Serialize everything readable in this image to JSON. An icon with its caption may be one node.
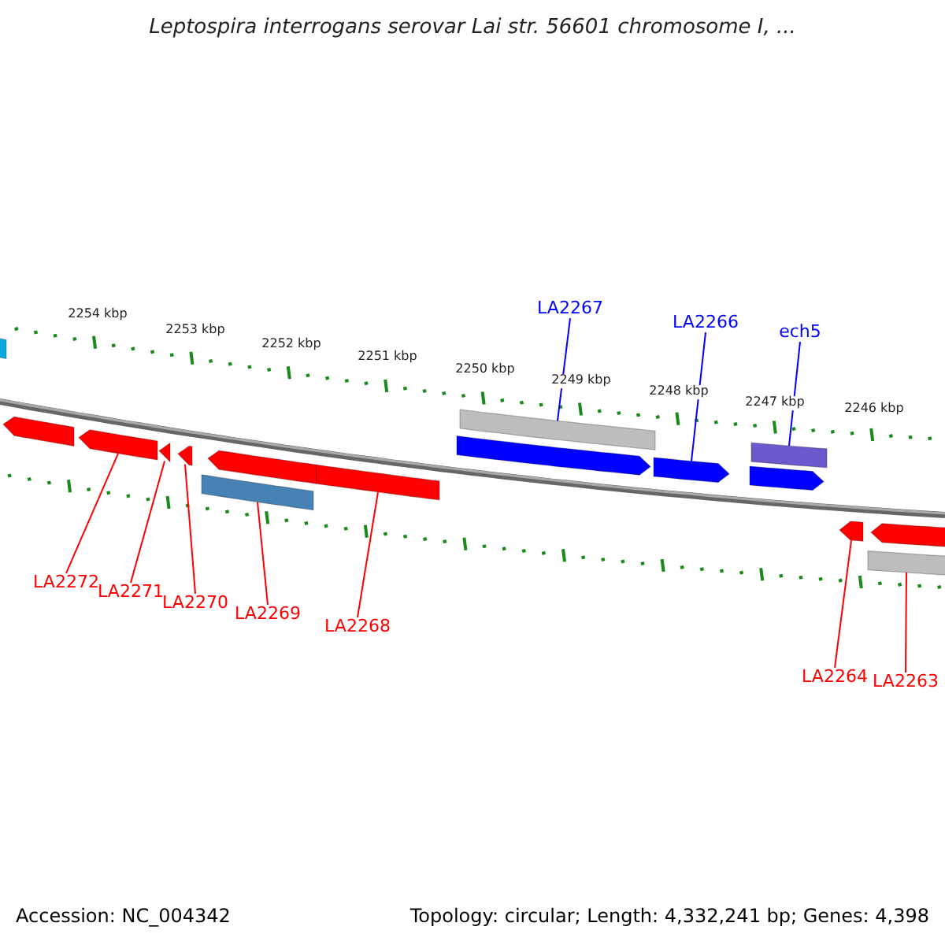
{
  "diagram": {
    "title": "Leptospira interrogans serovar Lai str. 56601 chromosome I, ...",
    "nodes": [
      {
        "text": [
          "LA2267"
        ]
      },
      {
        "text": [
          "LA2266"
        ]
      },
      {
        "text": [
          "ech5"
        ]
      },
      {
        "text": [],
        "shape": "bar"
      },
      {
        "text": [],
        "shape": "arrow"
      },
      {
        "text": [],
        "shape": "arrow"
      },
      {
        "text": [],
        "shape": "arrow"
      },
      {
        "text": [],
        "shape": "arrow"
      },
      {
        "text": [],
        "shape": "arrow"
      },
      {
        "text": [],
        "shape": "bar"
      },
      {
        "text": [],
        "shape": "bar"
      },
      {
        "text": [],
        "shape": "bar"
      },
      {
        "text": [],
        "shape": "arrow"
      },
      {
        "text": [],
        "shape": "arrow"
      },
      {
        "text": [],
        "shape": "bar"
      },
      {
        "text": [],
        "shape": "arrow"
      },
      {
        "text": [],
        "shape": "arrow"
      },
      {
        "text": [],
        "shape": "arrow"
      },
      {
        "text": [],
        "shape": "bar"
      },
      {
        "text": [
          "LA2272"
        ]
      },
      {
        "text": [
          "LA2271"
        ]
      },
      {
        "text": [
          "LA2270"
        ]
      },
      {
        "text": [
          "LA2269"
        ]
      },
      {
        "text": [
          "LA2268"
        ]
      },
      {
        "text": [
          "LA2264"
        ]
      },
      {
        "text": [
          "LA2263"
        ]
      }
    ],
    "edges": [
      {
        "from": 0,
        "to": 11,
        "arrow": "none",
        "color": "#0000ff"
      },
      {
        "from": 1,
        "to": 13,
        "arrow": "none",
        "color": "#0000ff"
      },
      {
        "from": 2,
        "to": 14,
        "arrow": "none",
        "color": "#0000ff"
      },
      {
        "from": 19,
        "to": 5,
        "arrow": "none"
      },
      {
        "from": 20,
        "to": 6,
        "arrow": "none"
      },
      {
        "from": 21,
        "to": 7,
        "arrow": "none"
      },
      {
        "from": 22,
        "to": 9,
        "arrow": "none"
      },
      {
        "from": 23,
        "to": 10,
        "arrow": "none"
      },
      {
        "from": 24,
        "to": 16,
        "arrow": "none"
      },
      {
        "from": 25,
        "to": 18,
        "arrow": "none"
      }
    ],
    "labels": [
      "2254 kbp",
      "2253 kbp",
      "2252 kbp",
      "2251 kbp",
      "2250 kbp",
      "2249 kbp",
      "2248 kbp",
      "2247 kbp",
      "2246 kbp",
      "Accession: NC_004342",
      "Topology: circular; Length: 4,332,241 bp; Genes: 4,398"
    ]
  }
}
